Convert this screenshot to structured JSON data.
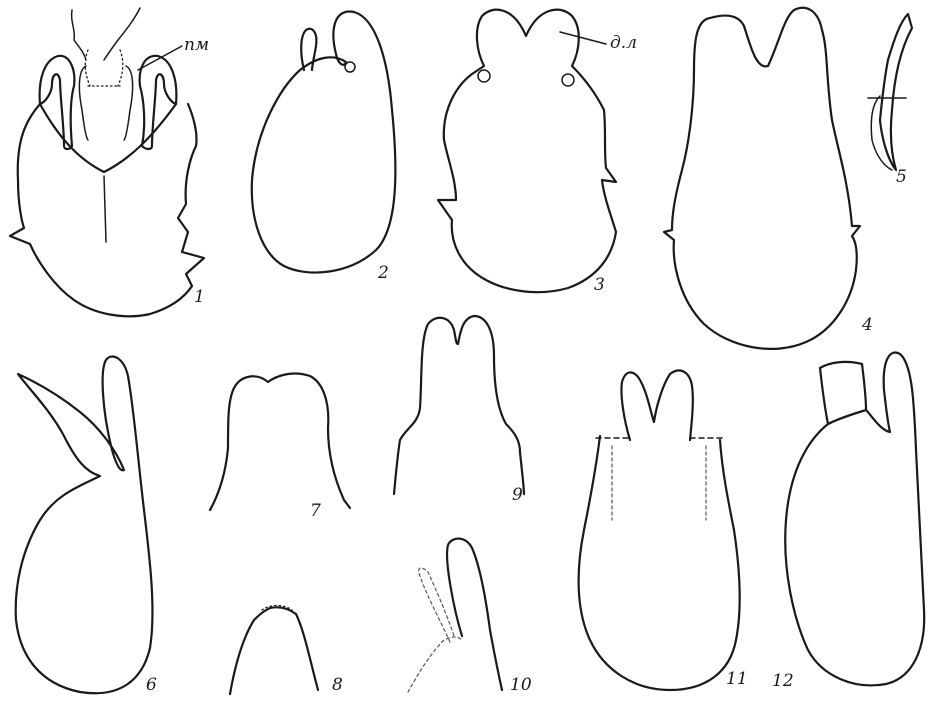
{
  "figure_numbers": [
    "1",
    "2",
    "3",
    "4",
    "5",
    "6",
    "7",
    "8",
    "9",
    "10",
    "11",
    "12"
  ],
  "annotations": {
    "pm": "пм",
    "dl": "д.л"
  },
  "colors": {
    "ink": "#1a1a1a",
    "background": "#ffffff"
  }
}
